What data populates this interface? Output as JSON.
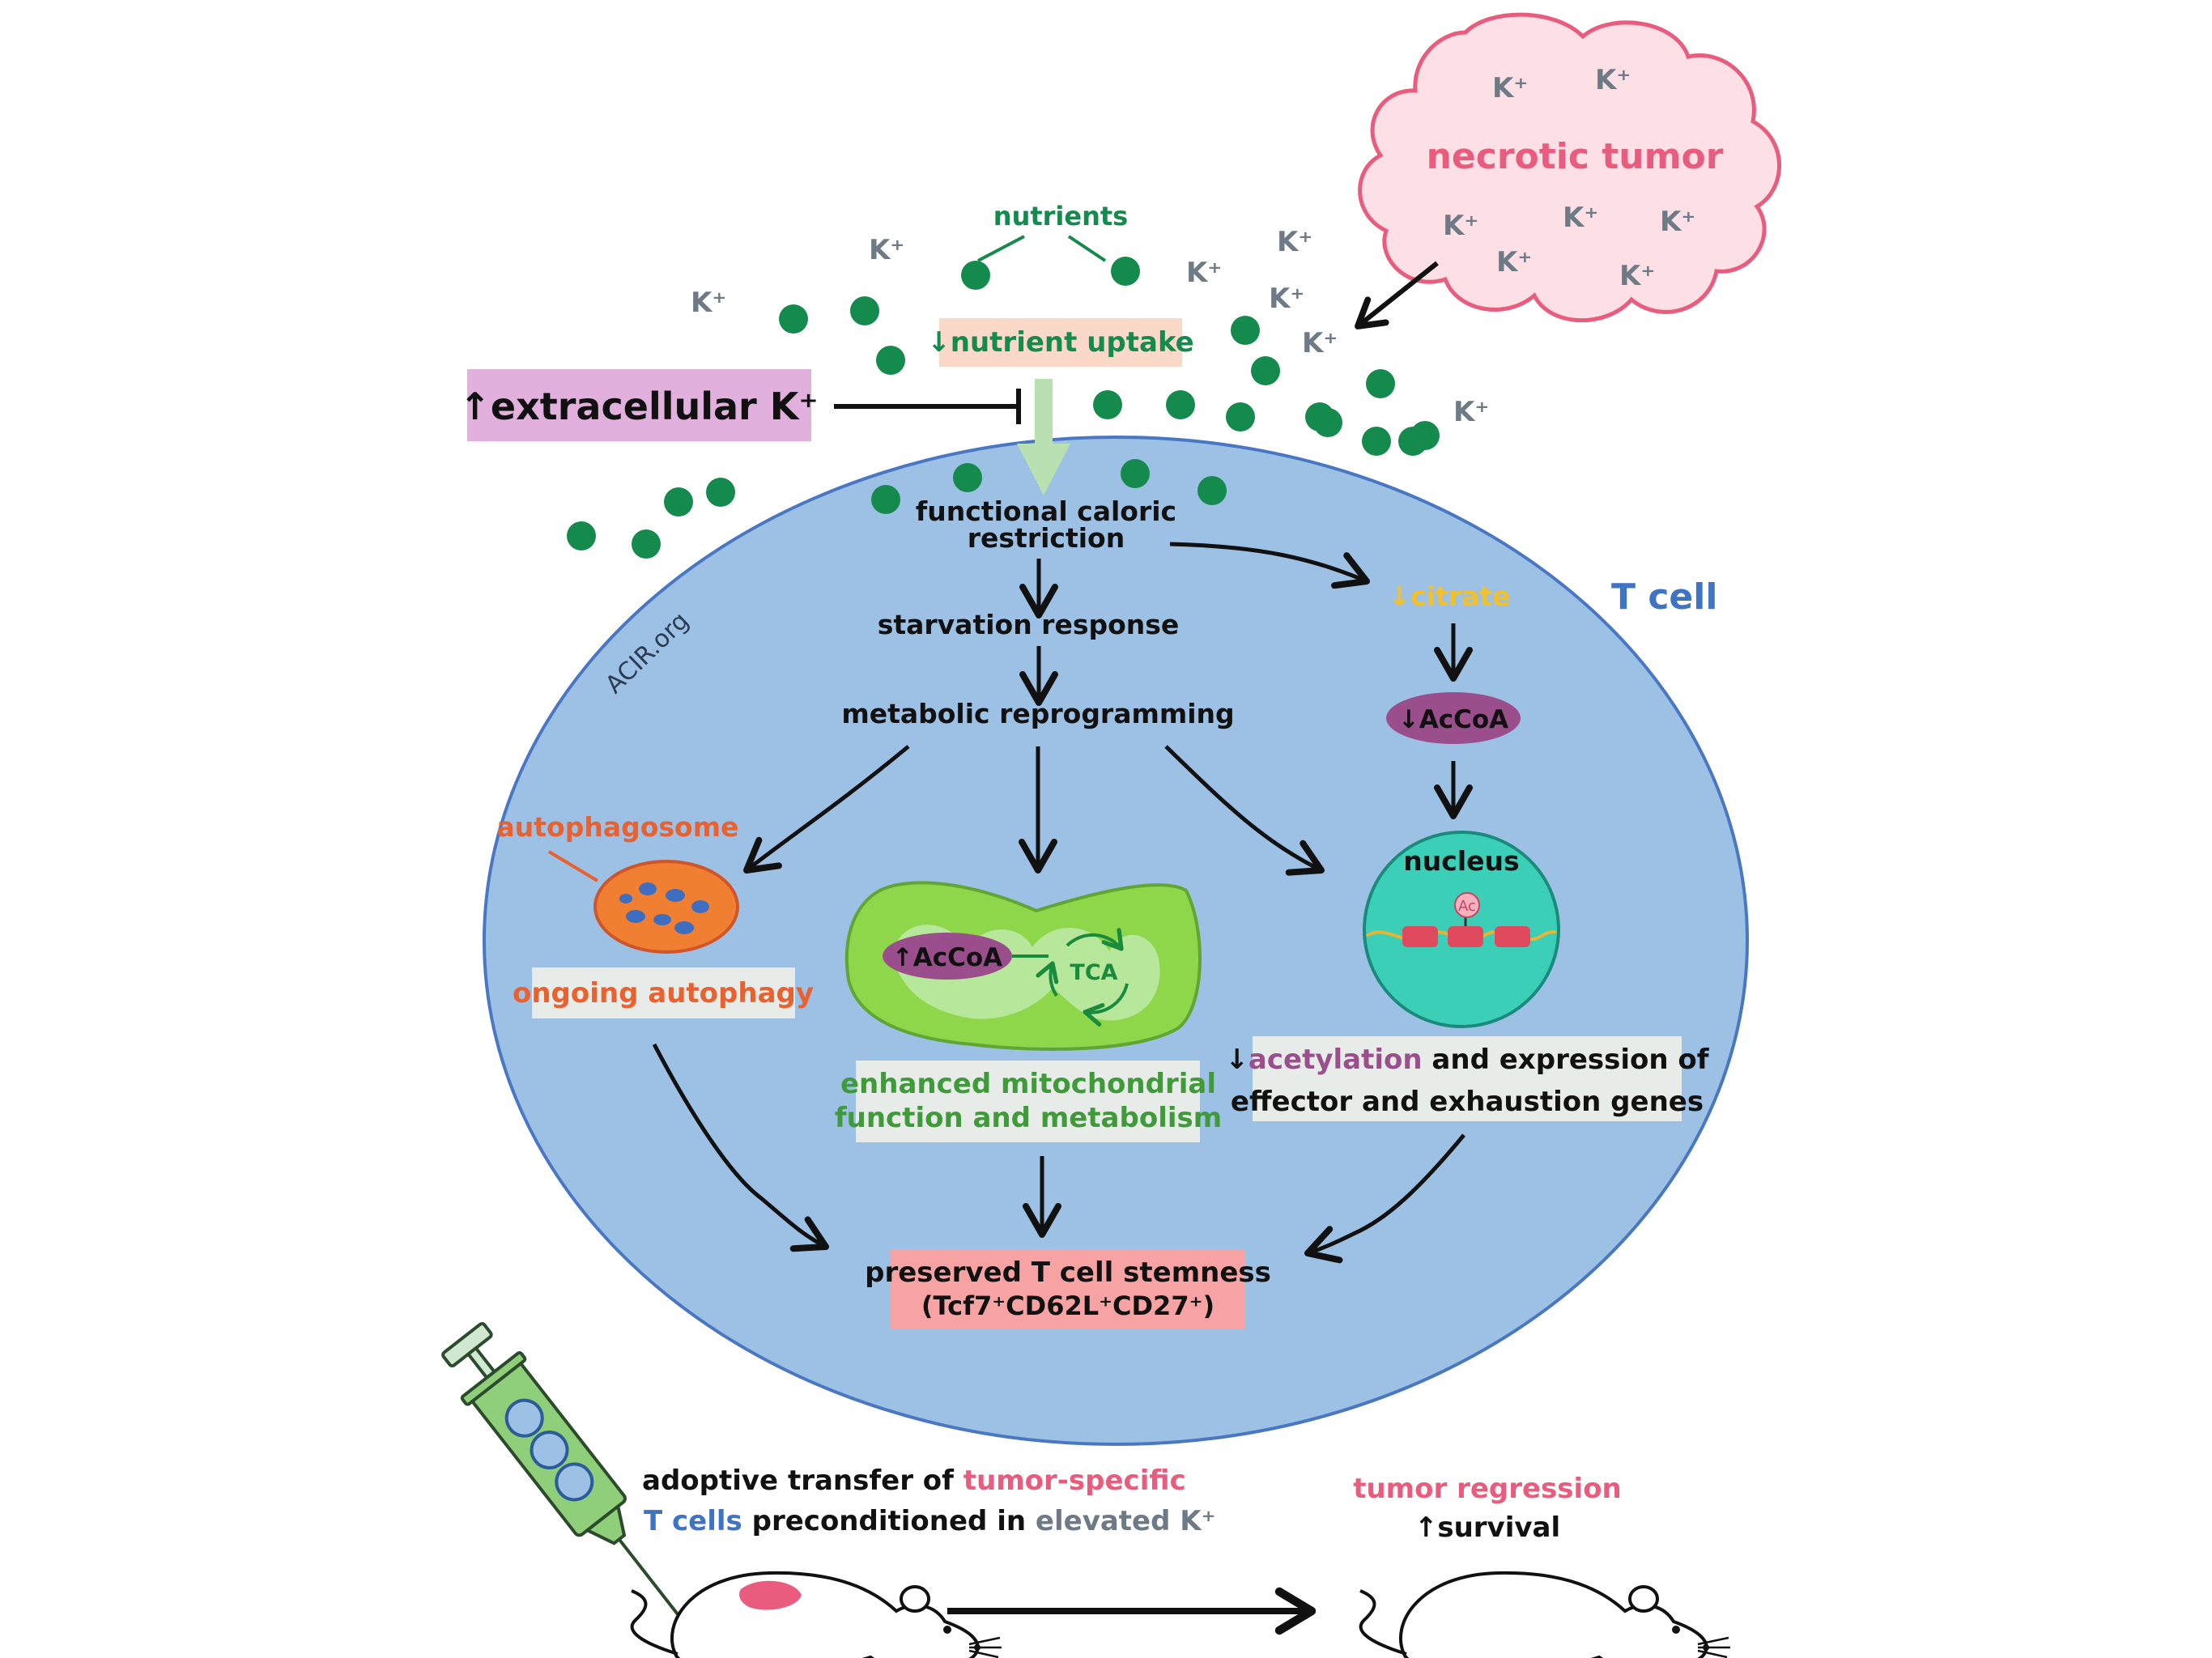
{
  "watermark": "ACIR.org",
  "extracellular": {
    "label": "↑extracellular K⁺"
  },
  "nutrients": {
    "label": "nutrients"
  },
  "nutrient_uptake": {
    "label": "↓nutrient uptake"
  },
  "tumor": {
    "label": "necrotic tumor",
    "k": "K⁺"
  },
  "k_label": "K⁺",
  "tcell": {
    "label": "T cell"
  },
  "pathway": {
    "caloric_line1": "functional caloric",
    "caloric_line2": "restriction",
    "starvation": "starvation response",
    "reprogramming": "metabolic reprogramming",
    "citrate": "↓citrate",
    "accoa_down": "↓AcCoA",
    "nucleus": "nucleus",
    "ac": "Ac",
    "autophagosome": "autophagosome",
    "ongoing_autophagy": "ongoing autophagy",
    "accoa_up": "↑AcCoA",
    "tca": "TCA",
    "mito_line1": "enhanced mitochondrial",
    "mito_line2": "function and metabolism",
    "acetylation_prefix": "↓",
    "acetylation_word": "acetylation",
    "acetylation_rest": " and expression of",
    "acetylation_line2": "effector and exhaustion genes",
    "stemness_line1": "preserved T cell stemness",
    "stemness_line2": "(Tcf7⁺CD62L⁺CD27⁺)"
  },
  "transfer": {
    "p1": "adoptive transfer of ",
    "p2": "tumor-specific",
    "p3": "T cells",
    "p4": " preconditioned in ",
    "p5": "elevated K⁺"
  },
  "outcome": {
    "regression": "tumor regression",
    "survival": "↑survival"
  },
  "colors": {
    "cell_fill": "#9dc0e5",
    "cell_stroke": "#4a77c2",
    "nutrient_green": "#158a4d",
    "k_gray": "#6f7a87",
    "tumor_pink": "#e95c7e",
    "purple_box": "#e1b0dc",
    "peach_box": "#fbd9c8",
    "accoa_purple": "#9a4e8c",
    "citrate_yellow": "#f3c127",
    "nucleus_teal": "#3ccfb7",
    "mito_green": "#8ed64a",
    "autophagy_orange": "#f07f32",
    "stemness_pink": "#f7a3a3",
    "gray_box": "#e8ece8"
  }
}
